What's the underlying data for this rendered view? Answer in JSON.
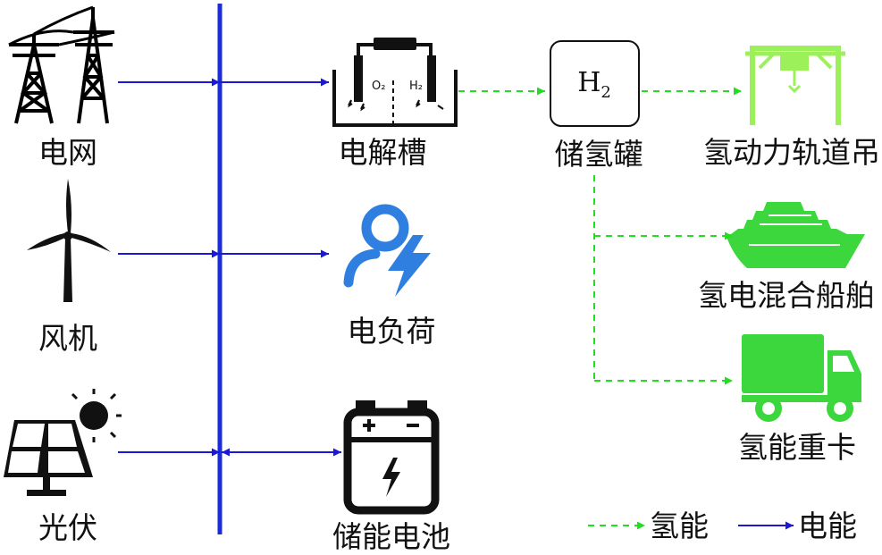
{
  "sources": {
    "grid": "电网",
    "wind": "风机",
    "solar": "光伏"
  },
  "loads": {
    "electrolyzer": "电解槽",
    "electric_load": "电负荷",
    "battery": "储能电池"
  },
  "electrolyzer_labels": {
    "oxygen": "O₂",
    "hydrogen": "H₂"
  },
  "tank": {
    "symbol": "H",
    "subscript": "2",
    "label": "储氢罐"
  },
  "consumers": {
    "crane": "氢动力轨道吊",
    "ship": "氢电混合船舶",
    "truck": "氢能重卡"
  },
  "legend": {
    "hydrogen": "氢能",
    "electric": "电能"
  },
  "colors": {
    "electric_line": "#1a1ad6",
    "hydrogen_line": "#22dd22",
    "bus": "#1c2bd8",
    "crane": "#9cf05a",
    "vehicle": "#3cd73c",
    "load_icon": "#2f7fe0"
  }
}
